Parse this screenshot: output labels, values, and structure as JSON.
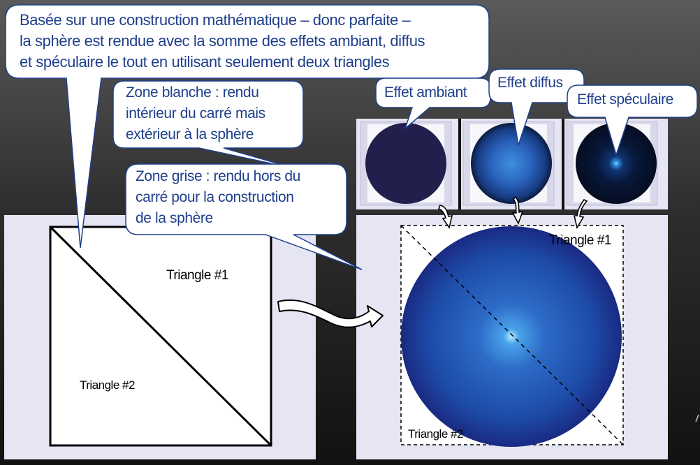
{
  "callouts": {
    "main": {
      "lines": [
        "Basée sur une construction mathématique – donc parfaite –",
        "la sphère est rendue avec la somme des effets ambiant, diffus",
        "et spéculaire le tout en utilisant seulement deux triangles"
      ]
    },
    "zone_blanche": {
      "lines": [
        "Zone blanche : rendu",
        "intérieur du carré mais",
        "extérieur à la sphère"
      ]
    },
    "zone_grise": {
      "lines": [
        "Zone grise : rendu  hors du",
        "carré pour la construction",
        "de la sphère"
      ]
    },
    "ambiant": "Effet ambiant",
    "diffus": "Effet diffus",
    "speculaire": "Effet spéculaire"
  },
  "left_square": {
    "triangle1": "Triangle #1",
    "triangle2": "Triangle #2"
  },
  "right_square": {
    "triangle1": "Triangle #1",
    "triangle2": "Triangle #2"
  },
  "colors": {
    "callout_border": "#1f3f8c",
    "callout_text": "#1f3f8c",
    "panel": "#e6e5f3",
    "ambient_sphere": "#221f4d"
  }
}
